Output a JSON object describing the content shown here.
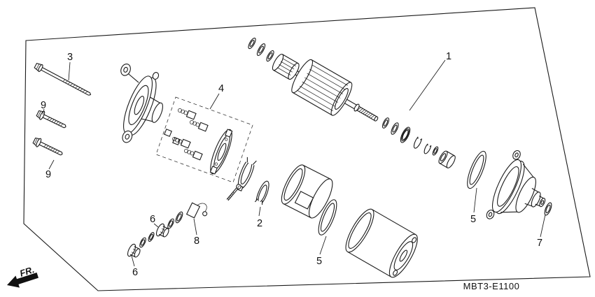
{
  "diagram": {
    "code": "MBT3-E1100",
    "front_marker": "FR.",
    "callouts": [
      {
        "part": "1"
      },
      {
        "part": "2"
      },
      {
        "part": "3"
      },
      {
        "part": "4"
      },
      {
        "part": "5"
      },
      {
        "part": "5"
      },
      {
        "part": "6"
      },
      {
        "part": "6"
      },
      {
        "part": "7"
      },
      {
        "part": "8"
      },
      {
        "part": "9"
      },
      {
        "part": "9"
      }
    ]
  }
}
